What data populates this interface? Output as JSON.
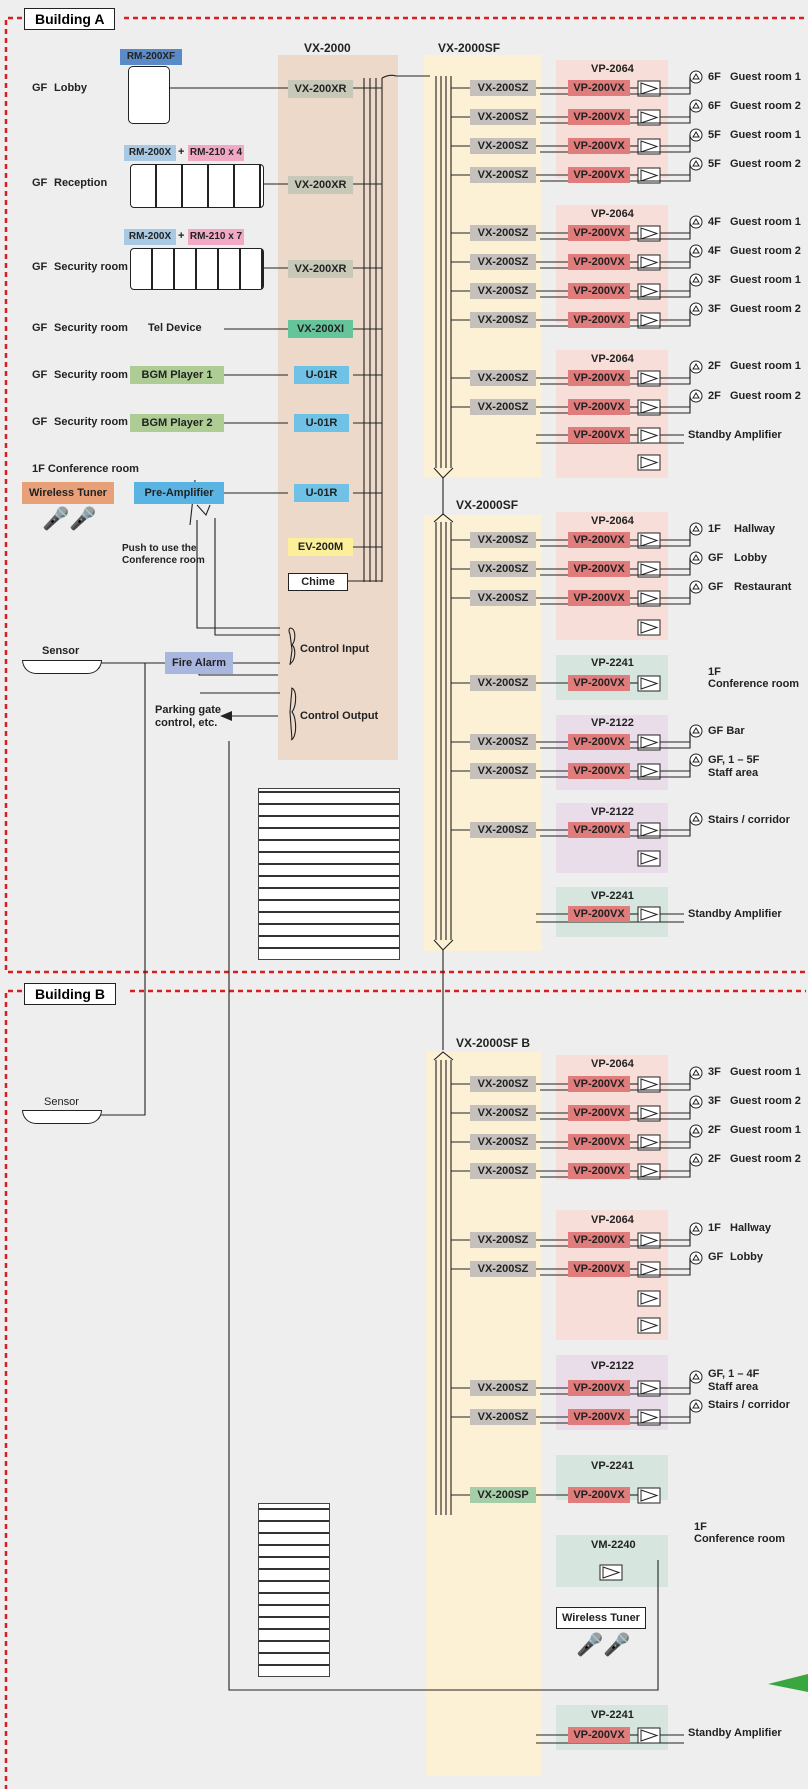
{
  "colors": {
    "vx2000_bg": "#ecd9c9",
    "vx2000sf_bg": "#fcf1d5",
    "vp2064_bg": "#f8ded9",
    "vp2241_bg": "#d6e6de",
    "vp2122_bg": "#e9dde9",
    "vxr_box": "#c8c8b8",
    "u01r_box": "#6fc1e6",
    "vx200xi_box": "#66c49a",
    "ev200m_box": "#fcef9a",
    "zone_box": "#c5c0bc",
    "vx200sp_box": "#a5cda8",
    "vp200vx_box": "#e07c7c",
    "wireless_tuner": "#e8a078",
    "pre_amp": "#5ab4e3",
    "bgm": "#aecd94",
    "fire_alarm": "#a9b6de",
    "rm200xf": "#5a8ac8",
    "rm200x": "#a7c9e4",
    "rm210": "#f0a8c4",
    "border_red": "#d42020",
    "arrow_green": "#3aa640"
  },
  "buildings": {
    "a": "Building A",
    "b": "Building B"
  },
  "headers": {
    "vx2000": "VX-2000",
    "vx2000sf": "VX-2000SF",
    "vx2000sf2": "VX-2000SF",
    "vx2000sfb": "VX-2000SF  B"
  },
  "sources": [
    {
      "floor": "GF",
      "room": "Lobby",
      "device": "RM-200XF",
      "interface": "VX-200XR"
    },
    {
      "floor": "GF",
      "room": "Reception",
      "device_a": "RM-200X",
      "plus": "+",
      "device_b": "RM-210 x 4",
      "interface": "VX-200XR"
    },
    {
      "floor": "GF",
      "room": "Security room",
      "device_a": "RM-200X",
      "plus": "+",
      "device_b": "RM-210 x 7",
      "interface": "VX-200XR"
    },
    {
      "floor": "GF",
      "room": "Security room",
      "device": "Tel Device",
      "interface": "VX-200XI"
    },
    {
      "floor": "GF",
      "room": "Security room",
      "device": "BGM Player 1",
      "interface": "U-01R"
    },
    {
      "floor": "GF",
      "room": "Security room",
      "device": "BGM Player 2",
      "interface": "U-01R"
    }
  ],
  "conference": {
    "label": "1F    Conference room",
    "wireless_tuner": "Wireless Tuner",
    "pre_amplifier": "Pre-Amplifier",
    "interface": "U-01R",
    "push_note_1": "Push to use the",
    "push_note_2": "Conference room"
  },
  "ev200m": "EV-200M",
  "chime": "Chime",
  "control": {
    "input": "Control Input",
    "output": "Control Output",
    "sensor": "Sensor",
    "fire_alarm": "Fire Alarm",
    "parking_1": "Parking gate",
    "parking_2": "control, etc."
  },
  "zone_label": "VX-200SZ",
  "sp_label": "VX-200SP",
  "amp_label": "VP-200VX",
  "groups_a": [
    {
      "label": "VP-2064",
      "rooms": [
        {
          "floor": "6F",
          "room": "Guest room 1"
        },
        {
          "floor": "6F",
          "room": "Guest room 2"
        },
        {
          "floor": "5F",
          "room": "Guest room 1"
        },
        {
          "floor": "5F",
          "room": "Guest room 2"
        }
      ]
    },
    {
      "label": "VP-2064",
      "rooms": [
        {
          "floor": "4F",
          "room": "Guest room 1"
        },
        {
          "floor": "4F",
          "room": "Guest room 2"
        },
        {
          "floor": "3F",
          "room": "Guest room 1"
        },
        {
          "floor": "3F",
          "room": "Guest room 2"
        }
      ]
    },
    {
      "label": "VP-2064",
      "rooms": [
        {
          "floor": "2F",
          "room": "Guest room 1"
        },
        {
          "floor": "2F",
          "room": "Guest room 2"
        }
      ],
      "standby": "Standby Amplifier"
    },
    {
      "label": "VP-2064",
      "rooms": [
        {
          "floor": "1F",
          "room": "Hallway"
        },
        {
          "floor": "GF",
          "room": "Lobby"
        },
        {
          "floor": "GF",
          "room": "Restaurant"
        }
      ]
    },
    {
      "label": "VP-2241",
      "room_1": "1F",
      "room_2": "Conference room"
    },
    {
      "label": "VP-2122",
      "bar": "GF  Bar",
      "staff_1": "GF, 1 – 5F",
      "staff_2": "Staff area"
    },
    {
      "label": "VP-2122",
      "stairs": "Stairs / corridor"
    },
    {
      "label": "VP-2241",
      "standby": "Standby Amplifier"
    }
  ],
  "groups_b": [
    {
      "label": "VP-2064",
      "rooms": [
        {
          "floor": "3F",
          "room": "Guest room 1"
        },
        {
          "floor": "3F",
          "room": "Guest room 2"
        },
        {
          "floor": "2F",
          "room": "Guest room 1"
        },
        {
          "floor": "2F",
          "room": "Guest room 2"
        }
      ]
    },
    {
      "label": "VP-2064",
      "rooms": [
        {
          "floor": "1F",
          "room": "Hallway"
        },
        {
          "floor": "GF",
          "room": "Lobby"
        }
      ]
    },
    {
      "label": "VP-2122",
      "staff_1": "GF, 1 – 4F",
      "staff_2": "Staff area",
      "stairs": "Stairs / corridor"
    },
    {
      "label": "VP-2241",
      "room_1": "1F",
      "room_2": "Conference room"
    },
    {
      "label": "VM-2240",
      "wireless_tuner": "Wireless Tuner"
    },
    {
      "label": "VP-2241",
      "standby": "Standby Amplifier"
    }
  ]
}
